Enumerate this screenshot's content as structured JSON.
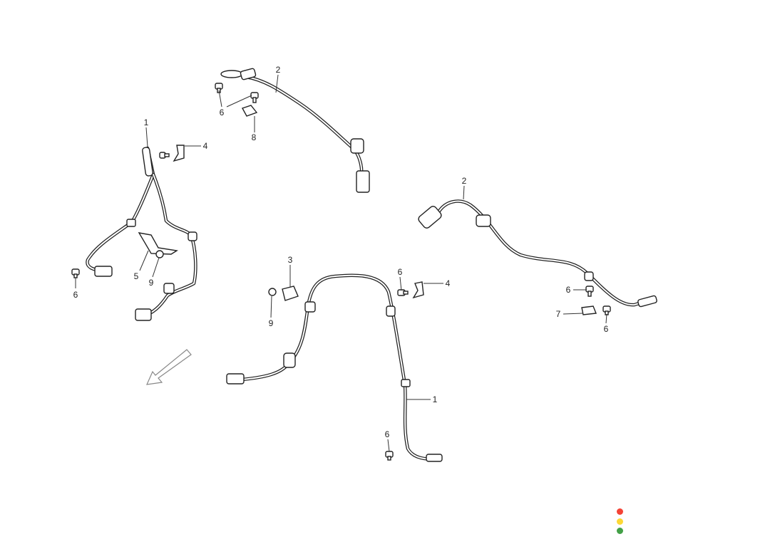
{
  "diagram": {
    "callouts": {
      "c_top_2": "2",
      "c_top_6": "6",
      "c_top_8": "8",
      "c_left_1": "1",
      "c_left_4": "4",
      "c_left_5": "5",
      "c_left_9": "9",
      "c_left_6": "6",
      "c_right_2": "2",
      "c_right_6a": "6",
      "c_right_7": "7",
      "c_right_6b": "6",
      "c_mid_3": "3",
      "c_mid_9": "9",
      "c_mid_6": "6",
      "c_mid_4": "4",
      "c_mid_1": "1",
      "c_mid_6b": "6"
    },
    "direction_arrow_icon": "front-direction-arrow"
  },
  "status_lights": {
    "colors": [
      "#f44336",
      "#fdd835",
      "#43a047"
    ]
  }
}
